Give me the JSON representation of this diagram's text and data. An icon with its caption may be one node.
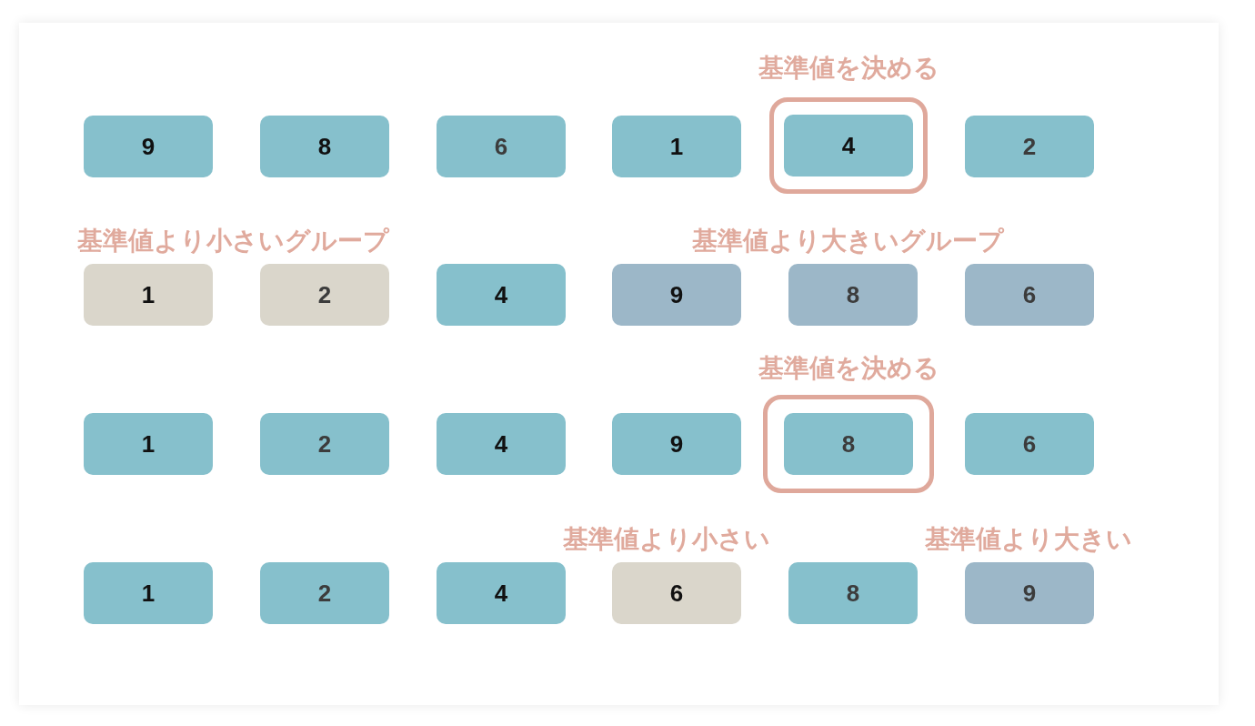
{
  "diagram": {
    "nodes": [
      {
        "text": [
          "9"
        ]
      },
      {
        "text": [
          "8"
        ]
      },
      {
        "text": [
          "6"
        ]
      },
      {
        "text": [
          "1"
        ]
      },
      {
        "text": [
          "基準値を決める"
        ]
      },
      {
        "text": [
          "4"
        ],
        "in": 4
      },
      {
        "text": [
          "2"
        ]
      },
      {
        "text": [
          "1"
        ]
      },
      {
        "text": [
          "2"
        ]
      },
      {
        "text": [
          "4"
        ]
      },
      {
        "text": [
          "9"
        ]
      },
      {
        "text": [
          "8"
        ]
      },
      {
        "text": [
          "6"
        ]
      },
      {
        "text": [
          "1"
        ]
      },
      {
        "text": [
          "2"
        ]
      },
      {
        "text": [
          "4"
        ]
      },
      {
        "text": [
          "9"
        ]
      },
      {
        "text": [
          "基準値を決める"
        ]
      },
      {
        "text": [
          "8"
        ],
        "in": 17
      },
      {
        "text": [
          "6"
        ]
      },
      {
        "text": [
          "1"
        ]
      },
      {
        "text": [
          "2"
        ]
      },
      {
        "text": [
          "4"
        ]
      },
      {
        "text": [
          "6"
        ]
      },
      {
        "text": [
          "8"
        ]
      },
      {
        "text": [
          "9"
        ]
      }
    ],
    "labels": [
      "基準値より小さいグループ",
      "基準値より大きいグループ",
      "基準値より小さい",
      "基準値より大きい"
    ]
  }
}
